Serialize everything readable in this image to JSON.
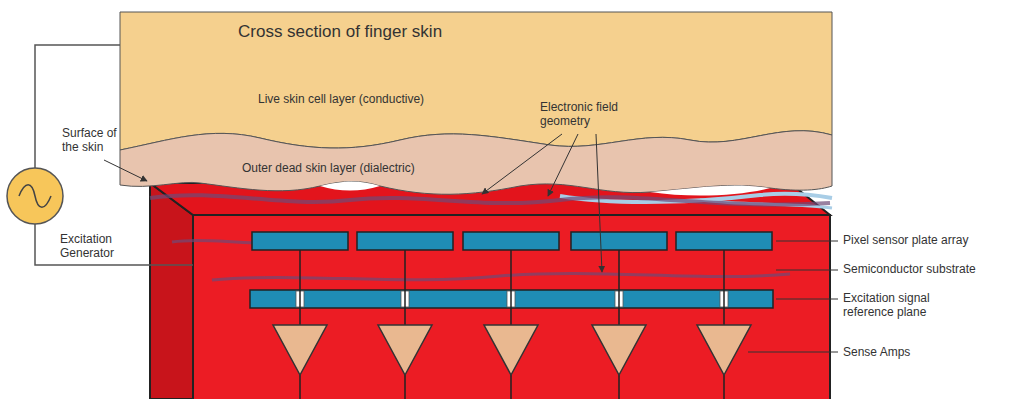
{
  "diagram": {
    "nodes": [
      {
        "text": [
          "Cross section of finger skin",
          "Live skin cell layer (conductive)"
        ]
      },
      {
        "text": [
          "Outer dead skin layer (dialectric)"
        ],
        "in": 0
      },
      {
        "text": [
          "Excitation Generator"
        ]
      }
    ],
    "edges": [
      {
        "from": 2,
        "to": 0,
        "arrow": "none"
      }
    ],
    "labels": [
      "Surface of the skin",
      "Electronic field geometry",
      "Pixel sensor plate array",
      "Semiconductor substrate",
      "Excitation signal reference plane",
      "Sense Amps"
    ]
  }
}
